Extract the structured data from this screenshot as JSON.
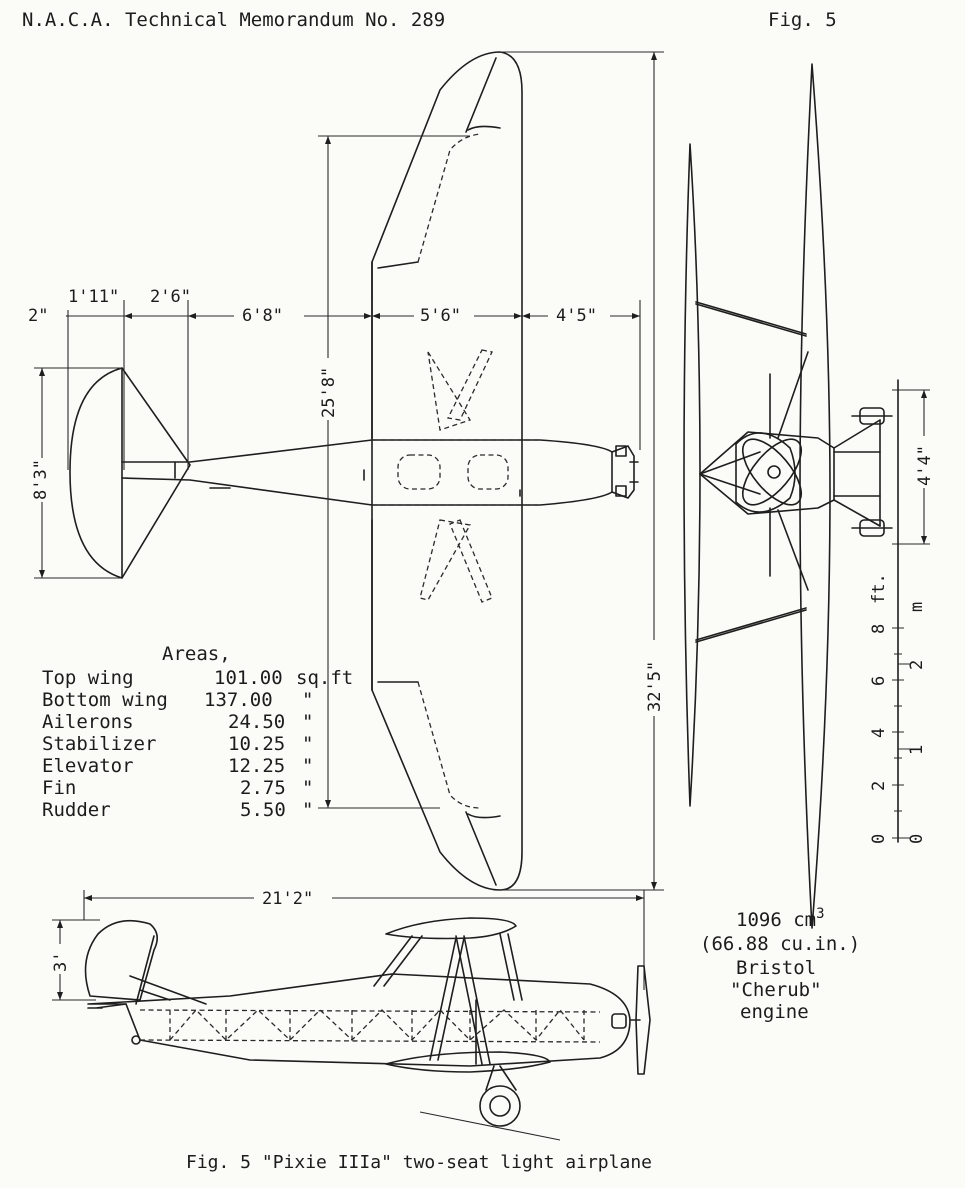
{
  "header": {
    "memo": "N.A.C.A. Technical Memorandum No. 289",
    "fig": "Fig. 5"
  },
  "dimensions": {
    "d_2in": "2\"",
    "d_1_11": "1'11\"",
    "d_2_6": "2'6\"",
    "d_6_8": "6'8\"",
    "d_5_6": "5'6\"",
    "d_4_5": "4'5\"",
    "d_8_3": "8'3\"",
    "d_25_8": "25'8\"",
    "d_32_5": "32'5\"",
    "d_21_2": "21'2\"",
    "d_3": "3'",
    "d_4_4": "4'4\""
  },
  "areas": {
    "title": "Areas,",
    "rows": [
      {
        "label": "Top wing",
        "value": "101.00",
        "unit": "sq.ft"
      },
      {
        "label": "Bottom wing",
        "value": "137.00",
        "unit": "\""
      },
      {
        "label": "Ailerons",
        "value": "24.50",
        "unit": "\""
      },
      {
        "label": "Stabilizer",
        "value": "10.25",
        "unit": "\""
      },
      {
        "label": "Elevator",
        "value": "12.25",
        "unit": "\""
      },
      {
        "label": "Fin",
        "value": "2.75",
        "unit": "\""
      },
      {
        "label": "Rudder",
        "value": "5.50",
        "unit": "\""
      }
    ]
  },
  "scale": {
    "ft_label": "ft.",
    "m_label": "m",
    "ft_ticks": [
      "8",
      "6",
      "4",
      "2",
      "0"
    ],
    "m_ticks": [
      "2",
      "1",
      "0"
    ]
  },
  "engine": {
    "line1": "1096 cm",
    "line1_sup": "3",
    "line2": "(66.88 cu.in.)",
    "line3": "Bristol",
    "line4": "\"Cherub\"",
    "line5": "engine"
  },
  "caption": "Fig. 5  \"Pixie IIIa\" two-seat light airplane"
}
